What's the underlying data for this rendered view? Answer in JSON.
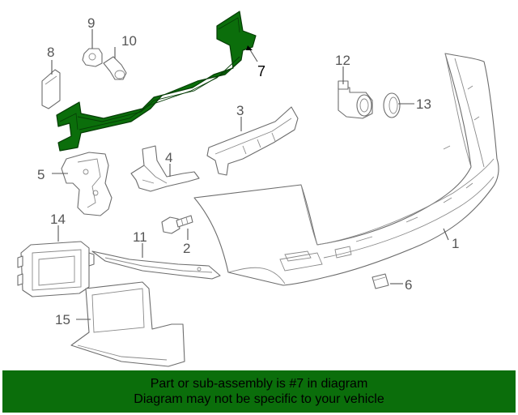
{
  "colors": {
    "highlight": "#0b6e0b",
    "banner": "#0b6e0b",
    "line": "#6d6d6d"
  },
  "highlighted_part": "7",
  "callouts": [
    {
      "id": "c1",
      "label": "1"
    },
    {
      "id": "c2",
      "label": "2"
    },
    {
      "id": "c3",
      "label": "3"
    },
    {
      "id": "c4",
      "label": "4"
    },
    {
      "id": "c5",
      "label": "5"
    },
    {
      "id": "c6",
      "label": "6"
    },
    {
      "id": "c7",
      "label": "7"
    },
    {
      "id": "c8",
      "label": "8"
    },
    {
      "id": "c9",
      "label": "9"
    },
    {
      "id": "c10",
      "label": "10"
    },
    {
      "id": "c11",
      "label": "11"
    },
    {
      "id": "c12",
      "label": "12"
    },
    {
      "id": "c13",
      "label": "13"
    },
    {
      "id": "c14",
      "label": "14"
    },
    {
      "id": "c15",
      "label": "15"
    }
  ],
  "banner": {
    "line1": "Part or sub-assembly is #7 in diagram",
    "line2": "Diagram may not be specific to your vehicle"
  }
}
